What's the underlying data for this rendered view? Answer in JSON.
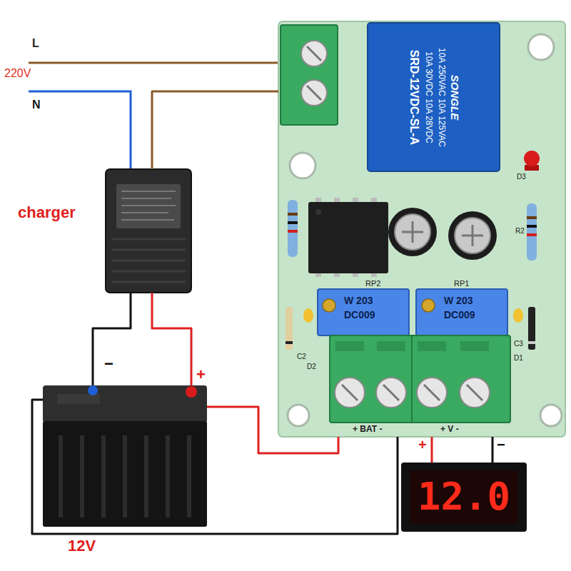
{
  "diagram": {
    "nodes": [
      {
        "text": [
          "charger"
        ]
      },
      {
        "text": [
          "12V"
        ]
      },
      {
        "text": [
          "+ BAT -",
          "+ V -"
        ]
      },
      {
        "text": [
          "SONGLE",
          "10A 250VAC 10A 125VAC",
          "10A 30VDC 10A 28VDC",
          "SRD-12VDC-SL-A"
        ],
        "in": 2
      },
      {
        "text": [
          "12.0"
        ]
      }
    ],
    "edges": [
      {
        "from": 0,
        "to": 1,
        "arrow": "none"
      },
      {
        "from": 0,
        "to": 1,
        "arrow": "none"
      },
      {
        "from": 1,
        "to": 2,
        "arrow": "none"
      },
      {
        "from": 1,
        "to": 2,
        "arrow": "none"
      },
      {
        "from": 2,
        "to": 4,
        "arrow": "none"
      },
      {
        "from": 2,
        "to": 4,
        "arrow": "none"
      },
      {
        "from": 2,
        "to": 0,
        "arrow": "none"
      }
    ],
    "labels": [
      "L",
      "220V",
      "N",
      "−",
      "+",
      "+",
      "−",
      "RP2",
      "RP1",
      "W 203",
      "DC009",
      "W 203",
      "DC009",
      "C2",
      "D2",
      "C3",
      "D1",
      "D3",
      "R2"
    ]
  }
}
